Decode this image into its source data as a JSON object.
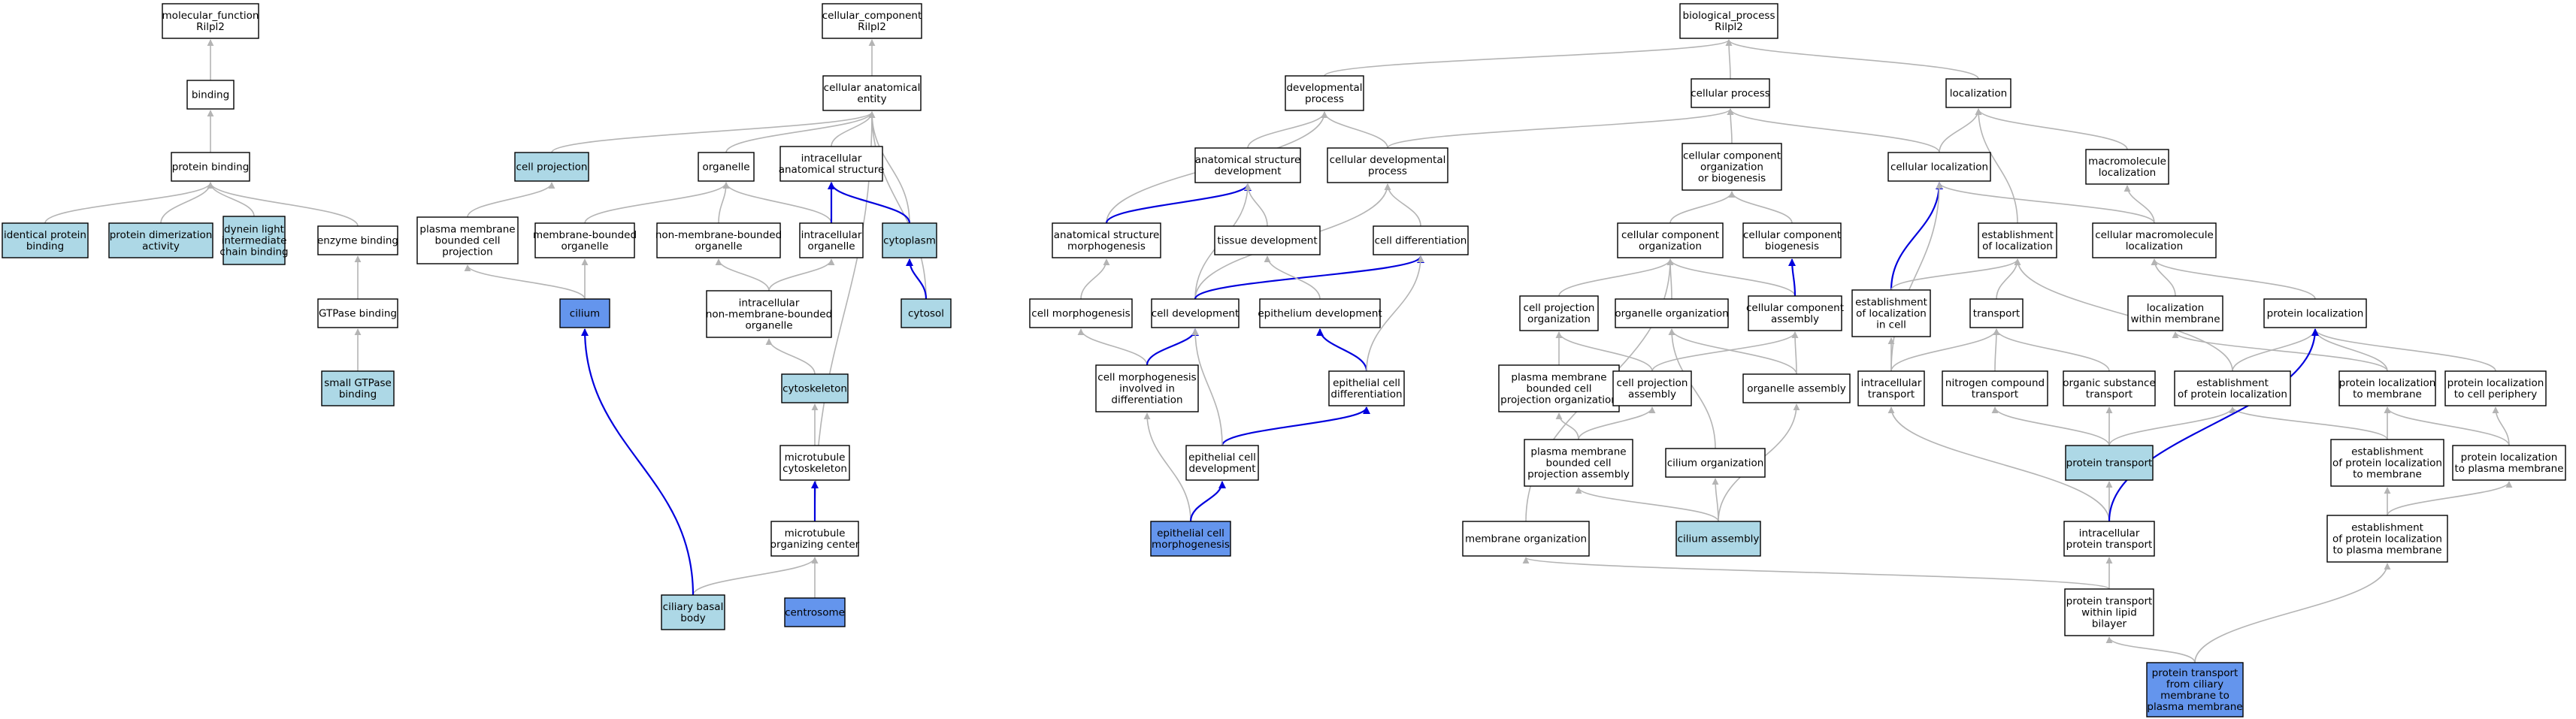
{
  "colors": {
    "white": "#ffffff",
    "light": "#add8e6",
    "dark": "#6495ed",
    "edge_gray": "#b4b4b4",
    "edge_blue": "#0000dd"
  },
  "nodes": [
    {
      "id": "mf",
      "lines": [
        "molecular_function",
        "Rilpl2"
      ],
      "fill": "white"
    },
    {
      "id": "binding",
      "lines": [
        "binding"
      ],
      "fill": "white"
    },
    {
      "id": "protbind",
      "lines": [
        "protein binding"
      ],
      "fill": "white"
    },
    {
      "id": "identprot",
      "lines": [
        "identical protein",
        "binding"
      ],
      "fill": "light"
    },
    {
      "id": "protdimer",
      "lines": [
        "protein dimerization",
        "activity"
      ],
      "fill": "light"
    },
    {
      "id": "dynein",
      "lines": [
        "dynein light",
        "intermediate",
        "chain binding"
      ],
      "fill": "light"
    },
    {
      "id": "enzbind",
      "lines": [
        "enzyme binding"
      ],
      "fill": "white"
    },
    {
      "id": "gtpase",
      "lines": [
        "GTPase binding"
      ],
      "fill": "white"
    },
    {
      "id": "smallgtp",
      "lines": [
        "small GTPase",
        "binding"
      ],
      "fill": "light"
    },
    {
      "id": "cc",
      "lines": [
        "cellular_component",
        "Rilpl2"
      ],
      "fill": "white"
    },
    {
      "id": "cae",
      "lines": [
        "cellular anatomical",
        "entity"
      ],
      "fill": "white"
    },
    {
      "id": "cellproj",
      "lines": [
        "cell projection"
      ],
      "fill": "light"
    },
    {
      "id": "organelle",
      "lines": [
        "organelle"
      ],
      "fill": "white"
    },
    {
      "id": "ias",
      "lines": [
        "intracellular",
        "anatomical structure"
      ],
      "fill": "white"
    },
    {
      "id": "pmbcp",
      "lines": [
        "plasma membrane",
        "bounded cell",
        "projection"
      ],
      "fill": "white"
    },
    {
      "id": "mbo",
      "lines": [
        "membrane-bounded",
        "organelle"
      ],
      "fill": "white"
    },
    {
      "id": "nmbo",
      "lines": [
        "non-membrane-bounded",
        "organelle"
      ],
      "fill": "white"
    },
    {
      "id": "io",
      "lines": [
        "intracellular",
        "organelle"
      ],
      "fill": "white"
    },
    {
      "id": "cytoplasm",
      "lines": [
        "cytoplasm"
      ],
      "fill": "light"
    },
    {
      "id": "cilium",
      "lines": [
        "cilium"
      ],
      "fill": "dark"
    },
    {
      "id": "inmbo",
      "lines": [
        "intracellular",
        "non-membrane-bounded",
        "organelle"
      ],
      "fill": "white"
    },
    {
      "id": "cytosol",
      "lines": [
        "cytosol"
      ],
      "fill": "light"
    },
    {
      "id": "cytoskel",
      "lines": [
        "cytoskeleton"
      ],
      "fill": "light"
    },
    {
      "id": "mtcyto",
      "lines": [
        "microtubule",
        "cytoskeleton"
      ],
      "fill": "white"
    },
    {
      "id": "mtoc",
      "lines": [
        "microtubule",
        "organizing center"
      ],
      "fill": "white"
    },
    {
      "id": "cbb",
      "lines": [
        "ciliary basal",
        "body"
      ],
      "fill": "light"
    },
    {
      "id": "centrosome",
      "lines": [
        "centrosome"
      ],
      "fill": "dark"
    },
    {
      "id": "bp",
      "lines": [
        "biological_process",
        "Rilpl2"
      ],
      "fill": "white"
    },
    {
      "id": "devproc",
      "lines": [
        "developmental",
        "process"
      ],
      "fill": "white"
    },
    {
      "id": "cellproc",
      "lines": [
        "cellular process"
      ],
      "fill": "white"
    },
    {
      "id": "localization",
      "lines": [
        "localization"
      ],
      "fill": "white"
    },
    {
      "id": "asd",
      "lines": [
        "anatomical structure",
        "development"
      ],
      "fill": "white"
    },
    {
      "id": "cdp",
      "lines": [
        "cellular developmental",
        "process"
      ],
      "fill": "white"
    },
    {
      "id": "ccob",
      "lines": [
        "cellular component",
        "organization",
        "or biogenesis"
      ],
      "fill": "white"
    },
    {
      "id": "cellloc",
      "lines": [
        "cellular localization"
      ],
      "fill": "white"
    },
    {
      "id": "macroloc",
      "lines": [
        "macromolecule",
        "localization"
      ],
      "fill": "white"
    },
    {
      "id": "asm",
      "lines": [
        "anatomical structure",
        "morphogenesis"
      ],
      "fill": "white"
    },
    {
      "id": "tissuedev",
      "lines": [
        "tissue development"
      ],
      "fill": "white"
    },
    {
      "id": "celldiff",
      "lines": [
        "cell differentiation"
      ],
      "fill": "white"
    },
    {
      "id": "cco",
      "lines": [
        "cellular component",
        "organization"
      ],
      "fill": "white"
    },
    {
      "id": "ccb",
      "lines": [
        "cellular component",
        "biogenesis"
      ],
      "fill": "white"
    },
    {
      "id": "estloc",
      "lines": [
        "establishment",
        "of localization"
      ],
      "fill": "white"
    },
    {
      "id": "cml",
      "lines": [
        "cellular macromolecule",
        "localization"
      ],
      "fill": "white"
    },
    {
      "id": "cellmorph",
      "lines": [
        "cell morphogenesis"
      ],
      "fill": "white"
    },
    {
      "id": "celldev",
      "lines": [
        "cell development"
      ],
      "fill": "white"
    },
    {
      "id": "epidev",
      "lines": [
        "epithelium development"
      ],
      "fill": "white"
    },
    {
      "id": "cpo",
      "lines": [
        "cell projection",
        "organization"
      ],
      "fill": "white"
    },
    {
      "id": "orgorg",
      "lines": [
        "organelle organization"
      ],
      "fill": "white"
    },
    {
      "id": "cca",
      "lines": [
        "cellular component",
        "assembly"
      ],
      "fill": "white"
    },
    {
      "id": "estlocell",
      "lines": [
        "establishment",
        "of localization",
        "in cell"
      ],
      "fill": "white"
    },
    {
      "id": "transport",
      "lines": [
        "transport"
      ],
      "fill": "white"
    },
    {
      "id": "locwm",
      "lines": [
        "localization",
        "within membrane"
      ],
      "fill": "white"
    },
    {
      "id": "protloc",
      "lines": [
        "protein localization"
      ],
      "fill": "white"
    },
    {
      "id": "cmid",
      "lines": [
        "cell morphogenesis",
        "involved in",
        "differentiation"
      ],
      "fill": "white"
    },
    {
      "id": "ecd",
      "lines": [
        "epithelial cell",
        "differentiation"
      ],
      "fill": "white"
    },
    {
      "id": "pmbcpo",
      "lines": [
        "plasma membrane",
        "bounded cell",
        "projection organization"
      ],
      "fill": "white"
    },
    {
      "id": "cpa",
      "lines": [
        "cell projection",
        "assembly"
      ],
      "fill": "white"
    },
    {
      "id": "orgasm",
      "lines": [
        "organelle assembly"
      ],
      "fill": "white"
    },
    {
      "id": "ict",
      "lines": [
        "intracellular",
        "transport"
      ],
      "fill": "white"
    },
    {
      "id": "nct",
      "lines": [
        "nitrogen compound",
        "transport"
      ],
      "fill": "white"
    },
    {
      "id": "ost",
      "lines": [
        "organic substance",
        "transport"
      ],
      "fill": "white"
    },
    {
      "id": "epl",
      "lines": [
        "establishment",
        "of protein localization"
      ],
      "fill": "white"
    },
    {
      "id": "pltm",
      "lines": [
        "protein localization",
        "to membrane"
      ],
      "fill": "white"
    },
    {
      "id": "pltcp",
      "lines": [
        "protein localization",
        "to cell periphery"
      ],
      "fill": "white"
    },
    {
      "id": "ecdev",
      "lines": [
        "epithelial cell",
        "development"
      ],
      "fill": "white"
    },
    {
      "id": "pmbcpa",
      "lines": [
        "plasma membrane",
        "bounded cell",
        "projection assembly"
      ],
      "fill": "white"
    },
    {
      "id": "cilorg",
      "lines": [
        "cilium organization"
      ],
      "fill": "white"
    },
    {
      "id": "prottrans",
      "lines": [
        "protein transport"
      ],
      "fill": "light"
    },
    {
      "id": "epltm",
      "lines": [
        "establishment",
        "of protein localization",
        "to membrane"
      ],
      "fill": "white"
    },
    {
      "id": "pltpm",
      "lines": [
        "protein localization",
        "to plasma membrane"
      ],
      "fill": "white"
    },
    {
      "id": "ecm",
      "lines": [
        "epithelial cell",
        "morphogenesis"
      ],
      "fill": "dark"
    },
    {
      "id": "memorg",
      "lines": [
        "membrane organization"
      ],
      "fill": "white"
    },
    {
      "id": "cilasm",
      "lines": [
        "cilium assembly"
      ],
      "fill": "light"
    },
    {
      "id": "ipt",
      "lines": [
        "intracellular",
        "protein transport"
      ],
      "fill": "white"
    },
    {
      "id": "epltpm",
      "lines": [
        "establishment",
        "of protein localization",
        "to plasma membrane"
      ],
      "fill": "white"
    },
    {
      "id": "ptwlb",
      "lines": [
        "protein transport",
        "within lipid",
        "bilayer"
      ],
      "fill": "white"
    },
    {
      "id": "ptfcm",
      "lines": [
        "protein transport",
        "from ciliary",
        "membrane to",
        "plasma membrane"
      ],
      "fill": "dark"
    }
  ],
  "edges": [
    [
      "binding",
      "mf",
      "gray"
    ],
    [
      "protbind",
      "binding",
      "gray"
    ],
    [
      "identprot",
      "protbind",
      "gray"
    ],
    [
      "protdimer",
      "protbind",
      "gray"
    ],
    [
      "dynein",
      "protbind",
      "gray"
    ],
    [
      "enzbind",
      "protbind",
      "gray"
    ],
    [
      "gtpase",
      "enzbind",
      "gray"
    ],
    [
      "smallgtp",
      "gtpase",
      "gray"
    ],
    [
      "cae",
      "cc",
      "gray"
    ],
    [
      "cellproj",
      "cae",
      "gray"
    ],
    [
      "organelle",
      "cae",
      "gray"
    ],
    [
      "ias",
      "cae",
      "gray"
    ],
    [
      "cytoplasm",
      "cae",
      "gray"
    ],
    [
      "cytosol",
      "cae",
      "gray"
    ],
    [
      "mtoc",
      "cae",
      "gray"
    ],
    [
      "pmbcp",
      "cellproj",
      "gray"
    ],
    [
      "mbo",
      "organelle",
      "gray"
    ],
    [
      "nmbo",
      "organelle",
      "gray"
    ],
    [
      "io",
      "organelle",
      "gray"
    ],
    [
      "io",
      "ias",
      "blue"
    ],
    [
      "cytoplasm",
      "ias",
      "blue"
    ],
    [
      "cilium",
      "mbo",
      "gray"
    ],
    [
      "cilium",
      "pmbcp",
      "gray"
    ],
    [
      "inmbo",
      "nmbo",
      "gray"
    ],
    [
      "inmbo",
      "io",
      "gray"
    ],
    [
      "cytosol",
      "cytoplasm",
      "blue"
    ],
    [
      "cytoskel",
      "inmbo",
      "gray"
    ],
    [
      "mtcyto",
      "cytoskel",
      "gray"
    ],
    [
      "mtoc",
      "mtcyto",
      "blue"
    ],
    [
      "cbb",
      "mtoc",
      "gray"
    ],
    [
      "cbb",
      "cilium",
      "blue"
    ],
    [
      "centrosome",
      "mtoc",
      "gray"
    ],
    [
      "devproc",
      "bp",
      "gray"
    ],
    [
      "cellproc",
      "bp",
      "gray"
    ],
    [
      "localization",
      "bp",
      "gray"
    ],
    [
      "asd",
      "devproc",
      "gray"
    ],
    [
      "cdp",
      "devproc",
      "gray"
    ],
    [
      "cdp",
      "cellproc",
      "gray"
    ],
    [
      "ccob",
      "cellproc",
      "gray"
    ],
    [
      "cellloc",
      "cellproc",
      "gray"
    ],
    [
      "cellloc",
      "localization",
      "gray"
    ],
    [
      "macroloc",
      "localization",
      "gray"
    ],
    [
      "estloc",
      "localization",
      "gray"
    ],
    [
      "asm",
      "devproc",
      "gray"
    ],
    [
      "asm",
      "asd",
      "blue"
    ],
    [
      "tissuedev",
      "asd",
      "gray"
    ],
    [
      "celldiff",
      "cdp",
      "gray"
    ],
    [
      "cco",
      "ccob",
      "gray"
    ],
    [
      "ccb",
      "ccob",
      "gray"
    ],
    [
      "cml",
      "cellloc",
      "gray"
    ],
    [
      "cml",
      "macroloc",
      "gray"
    ],
    [
      "cellmorph",
      "asm",
      "gray"
    ],
    [
      "celldev",
      "asd",
      "gray"
    ],
    [
      "celldev",
      "cdp",
      "gray"
    ],
    [
      "celldev",
      "celldiff",
      "blue"
    ],
    [
      "epidev",
      "tissuedev",
      "gray"
    ],
    [
      "cpo",
      "cco",
      "gray"
    ],
    [
      "orgorg",
      "cco",
      "gray"
    ],
    [
      "cca",
      "cco",
      "gray"
    ],
    [
      "cca",
      "ccb",
      "blue"
    ],
    [
      "estlocell",
      "cellloc",
      "blue"
    ],
    [
      "estlocell",
      "estloc",
      "gray"
    ],
    [
      "transport",
      "estloc",
      "gray"
    ],
    [
      "locwm",
      "cml",
      "gray"
    ],
    [
      "protloc",
      "cml",
      "gray"
    ],
    [
      "memorg",
      "cco",
      "gray"
    ],
    [
      "cmid",
      "cellmorph",
      "gray"
    ],
    [
      "cmid",
      "celldev",
      "blue"
    ],
    [
      "ecd",
      "epidev",
      "blue"
    ],
    [
      "ecd",
      "celldiff",
      "gray"
    ],
    [
      "pmbcpo",
      "cpo",
      "gray"
    ],
    [
      "cpa",
      "cpo",
      "gray"
    ],
    [
      "cpa",
      "cca",
      "gray"
    ],
    [
      "orgasm",
      "orgorg",
      "gray"
    ],
    [
      "orgasm",
      "cca",
      "gray"
    ],
    [
      "ict",
      "estlocell",
      "gray"
    ],
    [
      "ict",
      "transport",
      "gray"
    ],
    [
      "ict",
      "cellloc",
      "gray"
    ],
    [
      "nct",
      "transport",
      "gray"
    ],
    [
      "ost",
      "transport",
      "gray"
    ],
    [
      "epl",
      "protloc",
      "gray"
    ],
    [
      "epl",
      "estloc",
      "gray"
    ],
    [
      "pltm",
      "protloc",
      "gray"
    ],
    [
      "pltm",
      "locwm",
      "gray"
    ],
    [
      "pltcp",
      "protloc",
      "gray"
    ],
    [
      "ecdev",
      "ecd",
      "blue"
    ],
    [
      "ecdev",
      "celldev",
      "gray"
    ],
    [
      "pmbcpa",
      "pmbcpo",
      "gray"
    ],
    [
      "pmbcpa",
      "cpa",
      "gray"
    ],
    [
      "cilorg",
      "orgorg",
      "gray"
    ],
    [
      "prottrans",
      "nct",
      "gray"
    ],
    [
      "prottrans",
      "ost",
      "gray"
    ],
    [
      "prottrans",
      "epl",
      "gray"
    ],
    [
      "epltm",
      "pltm",
      "gray"
    ],
    [
      "epltm",
      "epl",
      "gray"
    ],
    [
      "pltpm",
      "pltm",
      "gray"
    ],
    [
      "pltpm",
      "pltcp",
      "gray"
    ],
    [
      "ecm",
      "cmid",
      "gray"
    ],
    [
      "ecm",
      "ecdev",
      "blue"
    ],
    [
      "cilasm",
      "pmbcpa",
      "gray"
    ],
    [
      "cilasm",
      "cilorg",
      "gray"
    ],
    [
      "cilasm",
      "orgasm",
      "gray"
    ],
    [
      "ipt",
      "prottrans",
      "gray"
    ],
    [
      "ipt",
      "ict",
      "gray"
    ],
    [
      "ipt",
      "protloc",
      "blue"
    ],
    [
      "epltpm",
      "epltm",
      "gray"
    ],
    [
      "epltpm",
      "pltpm",
      "gray"
    ],
    [
      "ptwlb",
      "ipt",
      "gray"
    ],
    [
      "ptwlb",
      "memorg",
      "gray"
    ],
    [
      "ptfcm",
      "ptwlb",
      "gray"
    ],
    [
      "ptfcm",
      "epltpm",
      "gray"
    ]
  ]
}
